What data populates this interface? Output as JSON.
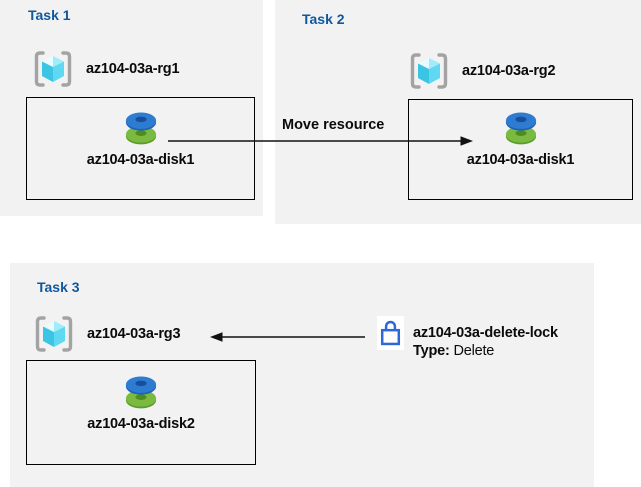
{
  "colors": {
    "panel_bg": "#f2f2f2",
    "title_blue": "#10589e",
    "text_black": "#0b0b0b",
    "arrow_black": "#111111",
    "lock_blue": "#2b68d9",
    "box_border": "#000000",
    "disk_blue": "#2e7bd2",
    "disk_blue_hole": "#174f9b",
    "disk_green": "#7aba41",
    "disk_green_hole": "#4f8c1d",
    "cube_light": "#e9fbff",
    "cube_mid": "#a0ecfb",
    "cube_left": "#3cc4e4",
    "cube_right": "#5fd8f1",
    "bracket_gray": "#a3a3a3"
  },
  "tasks": [
    {
      "title": "Task 1",
      "resource_group": "az104-03a-rg1",
      "disk": "az104-03a-disk1"
    },
    {
      "title": "Task 2",
      "resource_group": "az104-03a-rg2",
      "disk": "az104-03a-disk1"
    },
    {
      "title": "Task 3",
      "resource_group": "az104-03a-rg3",
      "disk": "az104-03a-disk2"
    }
  ],
  "move_arrow": {
    "label": "Move resource"
  },
  "lock": {
    "name": "az104-03a-delete-lock",
    "type_label": "Type:",
    "type_value": "Delete"
  },
  "icons": {
    "resource_group": "resource-group-icon",
    "disk": "managed-disk-icon",
    "lock": "lock-icon",
    "move_arrow": "arrow-right-icon",
    "lock_arrow": "arrow-left-icon"
  }
}
